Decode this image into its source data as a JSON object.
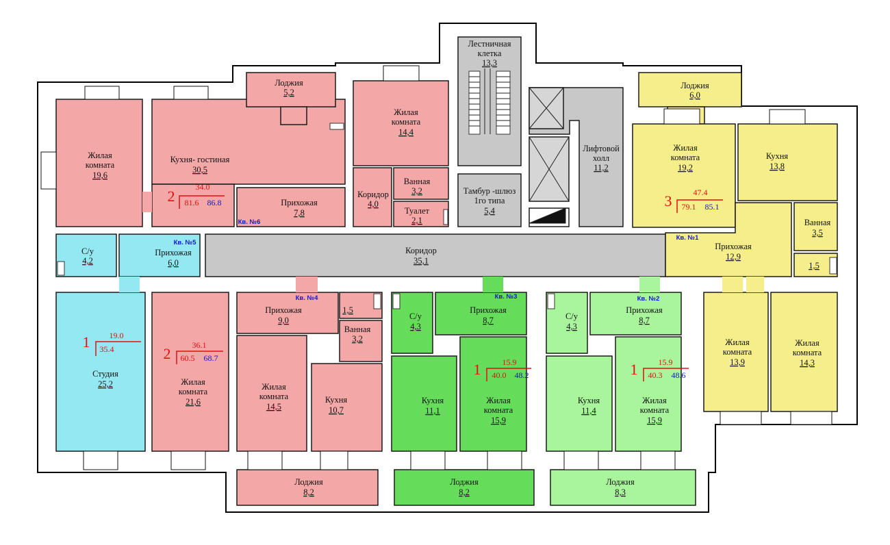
{
  "colors": {
    "pink": "#f4a7a7",
    "yellow": "#f5ee8a",
    "cyan": "#93e8f2",
    "green_dark": "#66dd5a",
    "green_light": "#a8f59c",
    "gray": "#c8c8c8"
  },
  "rooms": {
    "stair": {
      "name1": "Лестничная",
      "name2": "клетка",
      "area": "13,3"
    },
    "tambur": {
      "name1": "Тамбур -шлюз",
      "name2": "1го типа",
      "area": "5,4"
    },
    "lift_hall": {
      "name1": "Лифтовой",
      "name2": "холл",
      "area": "11,2"
    },
    "corridor": {
      "name": "Коридор",
      "area": "35,1"
    },
    "a6_living_big": {
      "name1": "Жилая",
      "name2": "комната",
      "area": "19,6"
    },
    "a6_kitchen": {
      "name": "Кухня- гостиная",
      "area": "30,5"
    },
    "a6_loggia": {
      "name": "Лоджия",
      "area": "5,2"
    },
    "a6_living": {
      "name1": "Жилая",
      "name2": "комната",
      "area": "14,4"
    },
    "a6_hall": {
      "name": "Прихожая",
      "area": "7,8"
    },
    "a6_corridor": {
      "name": "Коридор",
      "area": "4,0"
    },
    "a6_bath": {
      "name": "Ванная",
      "area": "3,2"
    },
    "a6_wc": {
      "name": "Туалет",
      "area": "2,1"
    },
    "a5_wc": {
      "name": "С/у",
      "area": "4,2"
    },
    "a5_hall": {
      "name": "Прихожая",
      "area": "6,0"
    },
    "a5_studio": {
      "name": "Студия",
      "area": "25,2"
    },
    "a4_hall": {
      "name": "Прихожая",
      "area": "9,0"
    },
    "a4_small": {
      "area": "1,5"
    },
    "a4_bath": {
      "name": "Ванная",
      "area": "3,2"
    },
    "a4_living_big": {
      "name1": "Жилая",
      "name2": "комната",
      "area": "21,6"
    },
    "a4_living": {
      "name1": "Жилая",
      "name2": "комната",
      "area": "14,5"
    },
    "a4_kitchen": {
      "name": "Кухня",
      "area": "10,7"
    },
    "a4_loggia": {
      "name": "Лоджия",
      "area": "8,2"
    },
    "a3_wc": {
      "name": "С/у",
      "area": "4,3"
    },
    "a3_hall": {
      "name": "Прихожая",
      "area": "8,7"
    },
    "a3_kitchen": {
      "name": "Кухня",
      "area": "11,1"
    },
    "a3_living": {
      "name1": "Жилая",
      "name2": "комната",
      "area": "15,9"
    },
    "a3_loggia": {
      "name": "Лоджия",
      "area": "8,2"
    },
    "a2_wc": {
      "name": "С/у",
      "area": "4,3"
    },
    "a2_hall": {
      "name": "Прихожая",
      "area": "8,7"
    },
    "a2_kitchen": {
      "name": "Кухня",
      "area": "11,4"
    },
    "a2_living": {
      "name1": "Жилая",
      "name2": "комната",
      "area": "15,9"
    },
    "a2_loggia": {
      "name": "Лоджия",
      "area": "8,3"
    },
    "a1_loggia": {
      "name": "Лоджия",
      "area": "6,0"
    },
    "a1_living_top": {
      "name1": "Жилая",
      "name2": "комната",
      "area": "19,2"
    },
    "a1_kitchen": {
      "name": "Кухня",
      "area": "13,8"
    },
    "a1_hall": {
      "name": "Прихожая",
      "area": "12,9"
    },
    "a1_bath": {
      "name": "Ванная",
      "area": "3,5"
    },
    "a1_small": {
      "area": "1,5"
    },
    "a1_living_l": {
      "name1": "Жилая",
      "name2": "комната",
      "area": "13,9"
    },
    "a1_living_r": {
      "name1": "Жилая",
      "name2": "комната",
      "area": "14,3"
    }
  },
  "apartments": [
    {
      "label": "Кв. №6",
      "rooms": "2",
      "living": "34.0",
      "total": "81.6",
      "common": "86.8"
    },
    {
      "label": "Кв. №5",
      "rooms": "1",
      "living": "19.0",
      "total": "35.4"
    },
    {
      "label": "Кв. №4",
      "rooms": "2",
      "living": "36.1",
      "total": "60.5",
      "common": "68.7"
    },
    {
      "label": "Кв. №3",
      "rooms": "1",
      "living": "15.9",
      "total": "40.0",
      "common": "48.2"
    },
    {
      "label": "Кв. №2",
      "rooms": "1",
      "living": "15.9",
      "total": "40.3",
      "common": "48.6"
    },
    {
      "label": "Кв. №1",
      "rooms": "3",
      "living": "47.4",
      "total": "79.1",
      "common": "85.1"
    }
  ]
}
